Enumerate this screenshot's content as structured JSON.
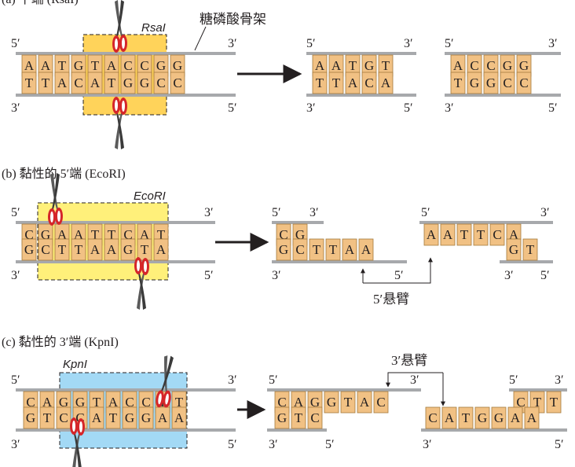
{
  "colors": {
    "base": "#f1c184",
    "backbone": "#a7a9ac",
    "site_a": "#ffd35a",
    "site_b": "#fff07a",
    "site_c": "#a3d9f5",
    "scissor_blade": "#d5262a"
  },
  "panel_a": {
    "heading": "(a) 平端 (RsaI)",
    "enzyme_label": "RsaI",
    "backbone_label": "糖磷酸骨架",
    "top_left": [
      "A",
      "A",
      "T",
      "G",
      "T",
      "A",
      "C",
      "C",
      "G",
      "G"
    ],
    "bottom_left": [
      "T",
      "T",
      "A",
      "C",
      "A",
      "T",
      "G",
      "G",
      "C",
      "C"
    ],
    "frag1_top": [
      "A",
      "A",
      "T",
      "G",
      "T"
    ],
    "frag1_bottom": [
      "T",
      "T",
      "A",
      "C",
      "A"
    ],
    "frag2_top": [
      "A",
      "C",
      "C",
      "G",
      "G"
    ],
    "frag2_bottom": [
      "T",
      "G",
      "G",
      "C",
      "C"
    ]
  },
  "panel_b": {
    "heading": "(b) 黏性的 5′端 (EcoRI)",
    "enzyme_label": "EcoRI",
    "top_left": [
      "C",
      "G",
      "A",
      "A",
      "T",
      "T",
      "C",
      "A",
      "T"
    ],
    "bottom_left": [
      "G",
      "C",
      "T",
      "T",
      "A",
      "A",
      "G",
      "T",
      "A"
    ],
    "frag1_top": [
      "C",
      "G"
    ],
    "frag1_bottom": [
      "G",
      "C",
      "T",
      "T",
      "A",
      "A"
    ],
    "frag2_top": [
      "A",
      "A",
      "T",
      "T",
      "C",
      "A"
    ],
    "frag2_bottom": [
      "G",
      "T"
    ],
    "overhang_label": "5′悬臂"
  },
  "panel_c": {
    "heading": "(c) 黏性的 3′端 (KpnI)",
    "enzyme_label": "KpnI",
    "top_left": [
      "C",
      "A",
      "G",
      "G",
      "T",
      "A",
      "C",
      "C",
      "T",
      "T"
    ],
    "bottom_left": [
      "G",
      "T",
      "C",
      "C",
      "A",
      "T",
      "G",
      "G",
      "A",
      "A"
    ],
    "frag1_top": [
      "C",
      "A",
      "G",
      "G",
      "T",
      "A",
      "C"
    ],
    "frag1_bottom": [
      "G",
      "T",
      "C"
    ],
    "frag2_top": [
      "C",
      "T",
      "T"
    ],
    "frag2_bottom": [
      "C",
      "A",
      "T",
      "G",
      "G",
      "A",
      "A"
    ],
    "overhang_label": "3′悬臂"
  },
  "ends": {
    "five": "5′",
    "three": "3′"
  }
}
